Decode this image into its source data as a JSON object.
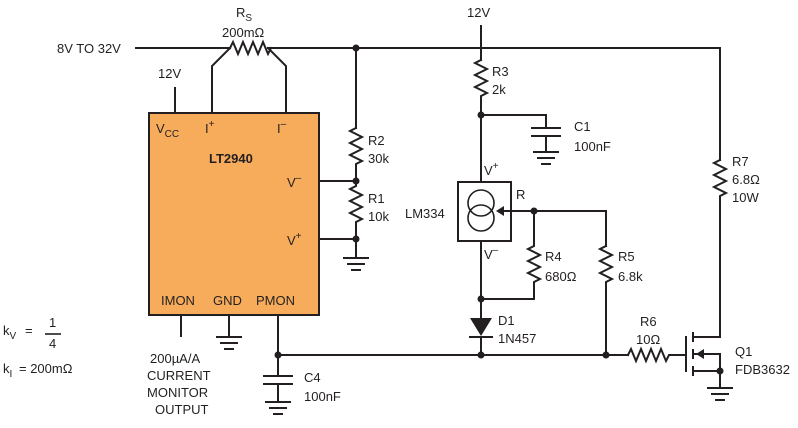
{
  "colors": {
    "ic_fill": "#f7ac5c",
    "ink": "#231f20"
  },
  "supply": {
    "input": "8V TO 32V",
    "rail_top": "12V",
    "rail_ic": "12V"
  },
  "ic": {
    "name": "LT2940",
    "pins": {
      "vcc": "V",
      "vcc_sub": "CC",
      "iplus": "I",
      "iplus_sup": "+",
      "iminus": "I",
      "iminus_sup": "–",
      "vminus": "V",
      "vminus_sup": "–",
      "vplus": "V",
      "vplus_sup": "+",
      "imon": "IMON",
      "gnd": "GND",
      "pmon": "PMON"
    }
  },
  "lm334": {
    "name": "LM334",
    "vplus": "V",
    "vplus_sup": "+",
    "vminus": "V",
    "vminus_sup": "–",
    "r": "R"
  },
  "components": {
    "rs": {
      "ref": "R",
      "ref_sub": "S",
      "value": "200mΩ"
    },
    "r1": {
      "ref": "R1",
      "value": "10k"
    },
    "r2": {
      "ref": "R2",
      "value": "30k"
    },
    "r3": {
      "ref": "R3",
      "value": "2k"
    },
    "r4": {
      "ref": "R4",
      "value": "680Ω"
    },
    "r5": {
      "ref": "R5",
      "value": "6.8k"
    },
    "r6": {
      "ref": "R6",
      "value": "10Ω"
    },
    "r7": {
      "ref": "R7",
      "value": "6.8Ω",
      "power": "10W"
    },
    "c1": {
      "ref": "C1",
      "value": "100nF"
    },
    "c4": {
      "ref": "C4",
      "value": "100nF"
    },
    "d1": {
      "ref": "D1",
      "part": "1N457"
    },
    "q1": {
      "ref": "Q1",
      "part": "FDB3632"
    }
  },
  "imon_output": {
    "line1": "200µA/A",
    "line2": "CURRENT",
    "line3": "MONITOR",
    "line4": "OUTPUT"
  },
  "equations": {
    "kv_label": "k",
    "kv_sub": "V",
    "kv_eq": "=",
    "kv_num": "1",
    "kv_den": "4",
    "ki_label": "k",
    "ki_sub": "I",
    "ki_eq": "= 200mΩ"
  }
}
